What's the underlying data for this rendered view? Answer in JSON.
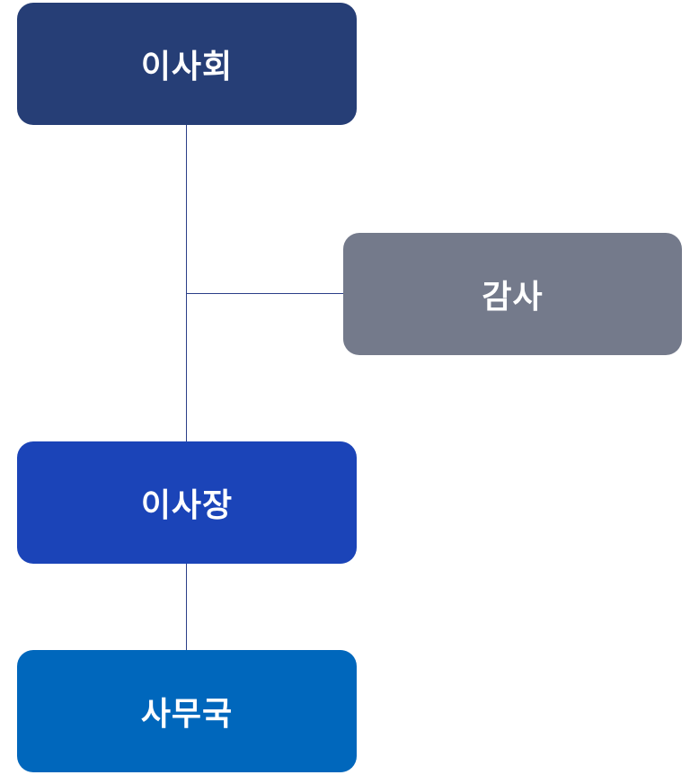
{
  "org_chart": {
    "nodes": {
      "board": {
        "label": "이사회",
        "color": "#263e76"
      },
      "audit": {
        "label": "감사",
        "color": "#747a8b"
      },
      "chairman": {
        "label": "이사장",
        "color": "#1b44b8"
      },
      "office": {
        "label": "사무국",
        "color": "#0067bc"
      }
    },
    "connector_color": "#2b3f88",
    "edges": [
      {
        "from": "board",
        "to": "chairman"
      },
      {
        "from": "board",
        "to": "audit"
      },
      {
        "from": "chairman",
        "to": "office"
      }
    ]
  }
}
